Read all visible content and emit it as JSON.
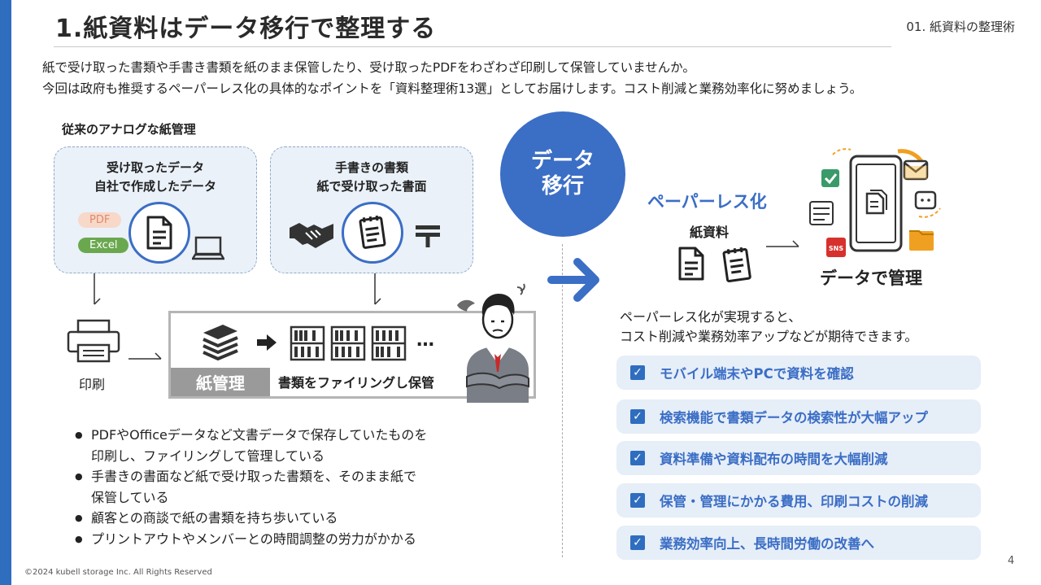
{
  "colors": {
    "accent": "#3b6ec5",
    "sidebar": "#2f6dbf",
    "gray_label": "#9a9a9a",
    "pdf_tag_bg": "#f8d8c9",
    "pdf_tag_fg": "#e0896a",
    "excel_tag_bg": "#6aa84f",
    "orange_dash": "#f0a020"
  },
  "header": {
    "title": "1.紙資料はデータ移行で整理する",
    "section": "01. 紙資料の整理術"
  },
  "intro": [
    "紙で受け取った書類や手書き書類を紙のまま保管したり、受け取ったPDFをわざわざ印刷して保管していませんか。",
    "今回は政府も推奨するペーパーレス化の具体的なポイントを「資料整理術13選」としてお届けします。コスト削減と業務効率化に努めましょう。"
  ],
  "analog": {
    "heading": "従来のアナログな紙管理",
    "box1": {
      "line1": "受け取ったデータ",
      "line2": "自社で作成したデータ",
      "tag_pdf": "PDF",
      "tag_excel": "Excel"
    },
    "box2": {
      "line1": "手書きの書類",
      "line2": "紙で受け取った書面"
    },
    "print_label": "印刷",
    "paper_mgmt_label": "紙管理",
    "filing_label": "書類をファイリングし保管",
    "ellipsis": "…"
  },
  "bullets": [
    [
      "PDFやOfficeデータなど文書データで保存していたものを",
      "印刷し、ファイリングして管理している"
    ],
    [
      "手書きの書面など紙で受け取った書類を、そのまま紙で",
      "保管している"
    ],
    [
      "顧客との商談で紙の書類を持ち歩いている"
    ],
    [
      "プリントアウトやメンバーとの時間調整の労力がかかる"
    ]
  ],
  "migration": {
    "line1": "データ",
    "line2": "移行"
  },
  "paperless": {
    "title": "ペーパーレス化",
    "paper_label": "紙資料",
    "data_label": "データで管理",
    "sns": "SNS",
    "summary": [
      "ペーパーレス化が実現すると、",
      "コスト削減や業務効率アップなどが期待できます。"
    ],
    "benefits": [
      "モバイル端末やPCで資料を確認",
      "検索機能で書類データの検索性が大幅アップ",
      "資料準備や資料配布の時間を大幅削減",
      "保管・管理にかかる費用、印刷コストの削減",
      "業務効率向上、長時間労働の改善へ"
    ]
  },
  "footer": {
    "copyright": "©2024 kubell storage Inc. All Rights Reserved",
    "page": "4"
  }
}
